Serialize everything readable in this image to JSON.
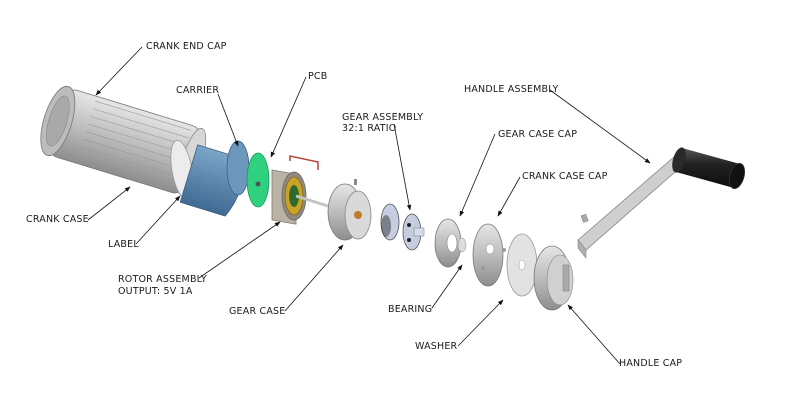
{
  "title": "Hand Crank Generator Exploded View",
  "labels": {
    "crank_end_cap": "CRANK END CAP",
    "carrier": "CARRIER",
    "pcb": "PCB",
    "gear_assembly_1": "GEAR ASSEMBLY",
    "gear_assembly_2": "32:1 RATIO",
    "handle_assembly": "HANDLE ASSEMBLY",
    "gear_case_cap": "GEAR CASE CAP",
    "crank_case_cap": "CRANK CASE CAP",
    "crank_case": "CRANK CASE",
    "label": "LABEL",
    "rotor_assembly_1": "ROTOR ASSEMBLY",
    "rotor_assembly_2": "OUTPUT: 5V 1A",
    "gear_case": "GEAR CASE",
    "bearing": "BEARING",
    "washer": "WASHER",
    "handle_cap": "HANDLE CAP"
  },
  "colors": {
    "metal": "#c8c8c8",
    "carrier_blue": "#5b86ad",
    "pcb_green": "#2fd17f",
    "grip_black": "#1e1e1e",
    "rotor_gold": "#c9a227",
    "wire_red": "#b5473a"
  }
}
